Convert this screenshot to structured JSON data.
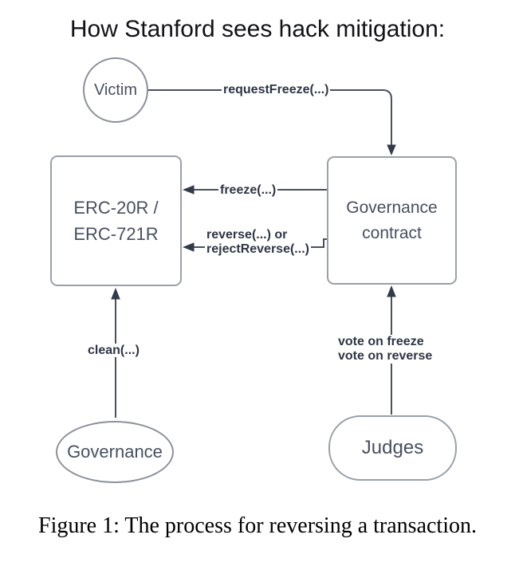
{
  "title": "How Stanford sees hack mitigation:",
  "caption": "Figure 1: The process for reversing a transaction.",
  "nodes": {
    "victim": {
      "label": "Victim",
      "shape": "circle"
    },
    "erc": {
      "line1": "ERC-20R /",
      "line2": "ERC-721R",
      "shape": "rounded-rect"
    },
    "governance_contract": {
      "line1": "Governance",
      "line2": "contract",
      "shape": "rounded-rect"
    },
    "governance": {
      "label": "Governance",
      "shape": "ellipse"
    },
    "judges": {
      "label": "Judges",
      "shape": "pill"
    }
  },
  "edges": {
    "request_freeze": {
      "label": "requestFreeze(...)",
      "from": "victim",
      "to": "governance_contract"
    },
    "freeze": {
      "label": "freeze(...)",
      "from": "governance_contract",
      "to": "erc"
    },
    "reverse": {
      "line1": "reverse(...) or",
      "line2": "rejectReverse(...)",
      "from": "governance_contract",
      "to": "erc"
    },
    "clean": {
      "label": "clean(...)",
      "from": "governance",
      "to": "erc"
    },
    "vote": {
      "line1": "vote on freeze",
      "line2": "vote on reverse",
      "from": "judges",
      "to": "governance_contract"
    }
  },
  "colors": {
    "line": "#49505f",
    "arrowhead": "#333a48",
    "shape_border": "#99a0ab",
    "shape_text": "#474f61",
    "edge_label_text": "#2e3545",
    "title_text": "#111318",
    "caption_text": "#000000",
    "background": "#ffffff"
  }
}
